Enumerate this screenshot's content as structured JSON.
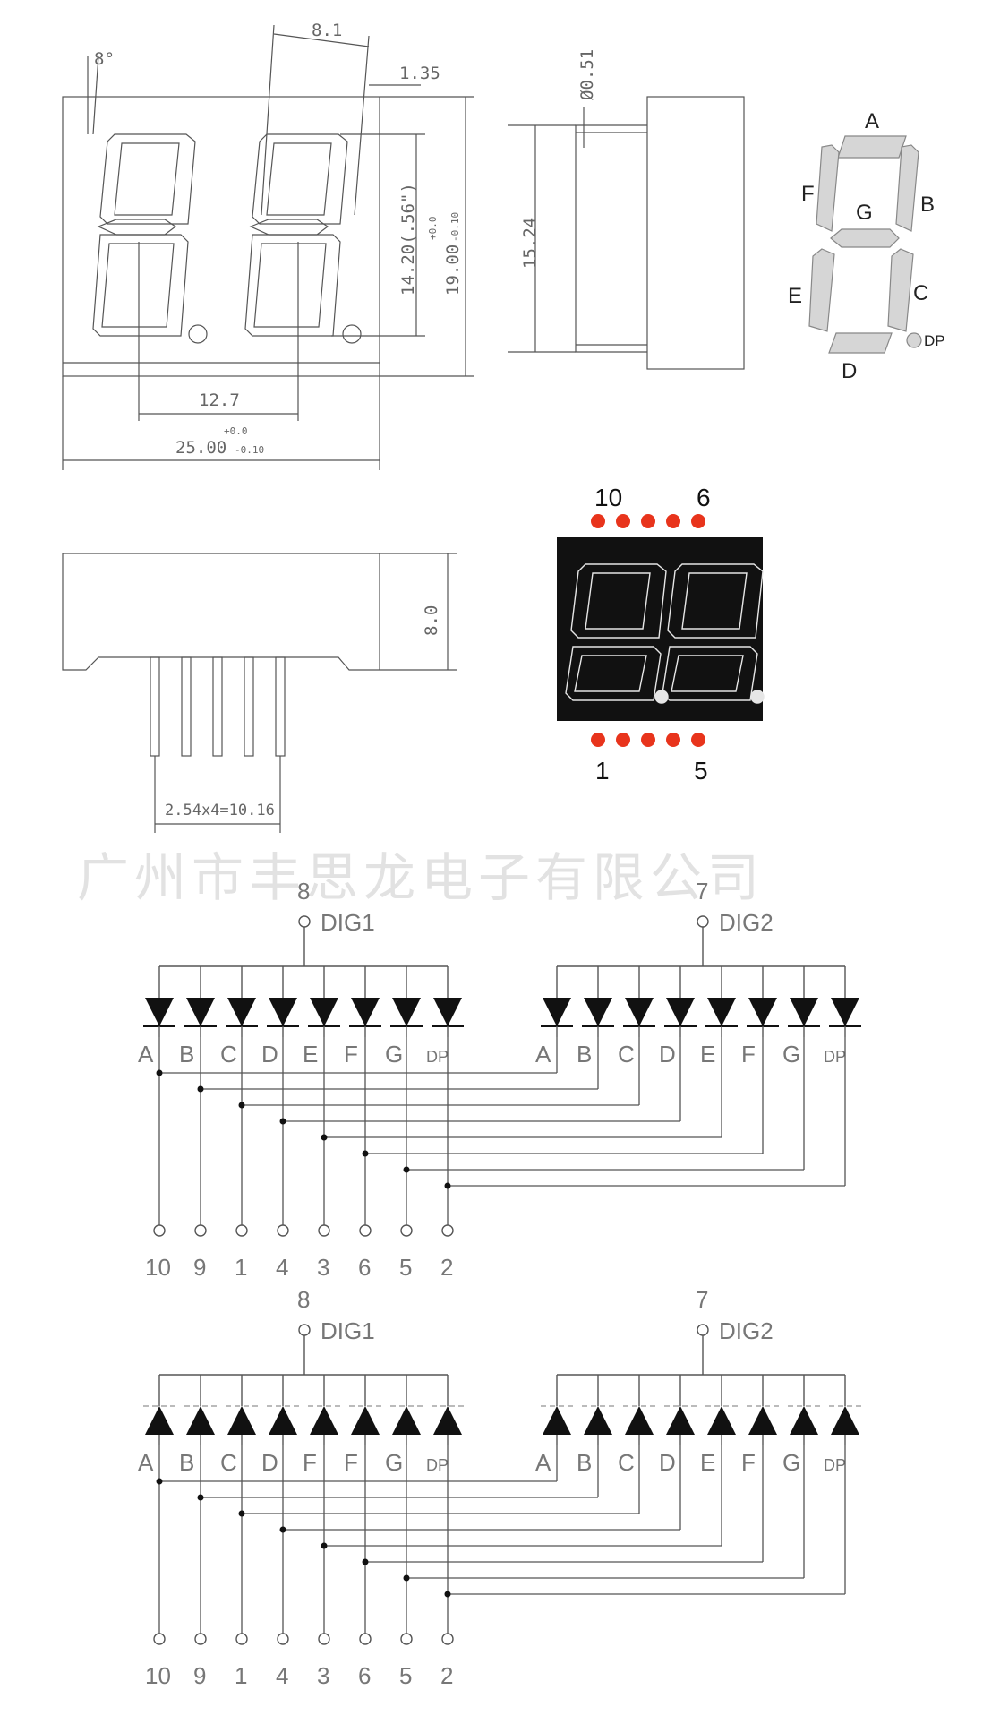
{
  "dimensions": {
    "angle": "8°",
    "digit_pitch_top": "8.1",
    "stroke": "1.35",
    "pin_dia": "Ø0.51",
    "pin_row_spacing": "15.24",
    "digit_height": "14.20(.56\")",
    "body_height": "19.00",
    "body_height_tol_plus": "+0.0",
    "body_height_tol_minus": "-0.10",
    "digit_pitch": "12.7",
    "body_width": "25.00",
    "body_width_tol_plus": "+0.0",
    "body_width_tol_minus": "-0.10",
    "thickness": "8.0",
    "pin_pitch": "2.54x4=10.16"
  },
  "segment_labels": [
    "A",
    "B",
    "C",
    "D",
    "E",
    "F",
    "G",
    "DP"
  ],
  "photo": {
    "pin_top_left": "10",
    "pin_top_right": "6",
    "pin_bottom_left": "1",
    "pin_bottom_right": "5",
    "dot_color": "#e8341c",
    "body_color": "#111111"
  },
  "watermark": "广州市丰思龙电子有限公司",
  "schematic_common_anode": {
    "dig1_pin": "8",
    "dig1_label": "DIG1",
    "dig2_pin": "7",
    "dig2_label": "DIG2",
    "labels_left": [
      "A",
      "B",
      "C",
      "D",
      "E",
      "F",
      "G",
      "DP"
    ],
    "labels_right": [
      "A",
      "B",
      "C",
      "D",
      "E",
      "F",
      "G",
      "DP"
    ],
    "pins": [
      "10",
      "9",
      "1",
      "4",
      "3",
      "6",
      "5",
      "2"
    ]
  },
  "schematic_common_cathode": {
    "dig1_pin": "8",
    "dig1_label": "DIG1",
    "dig2_pin": "7",
    "dig2_label": "DIG2",
    "labels_left": [
      "A",
      "B",
      "C",
      "D",
      "F",
      "F",
      "G",
      "DP"
    ],
    "labels_right": [
      "A",
      "B",
      "C",
      "D",
      "E",
      "F",
      "G",
      "DP"
    ],
    "pins": [
      "10",
      "9",
      "1",
      "4",
      "3",
      "6",
      "5",
      "2"
    ]
  }
}
